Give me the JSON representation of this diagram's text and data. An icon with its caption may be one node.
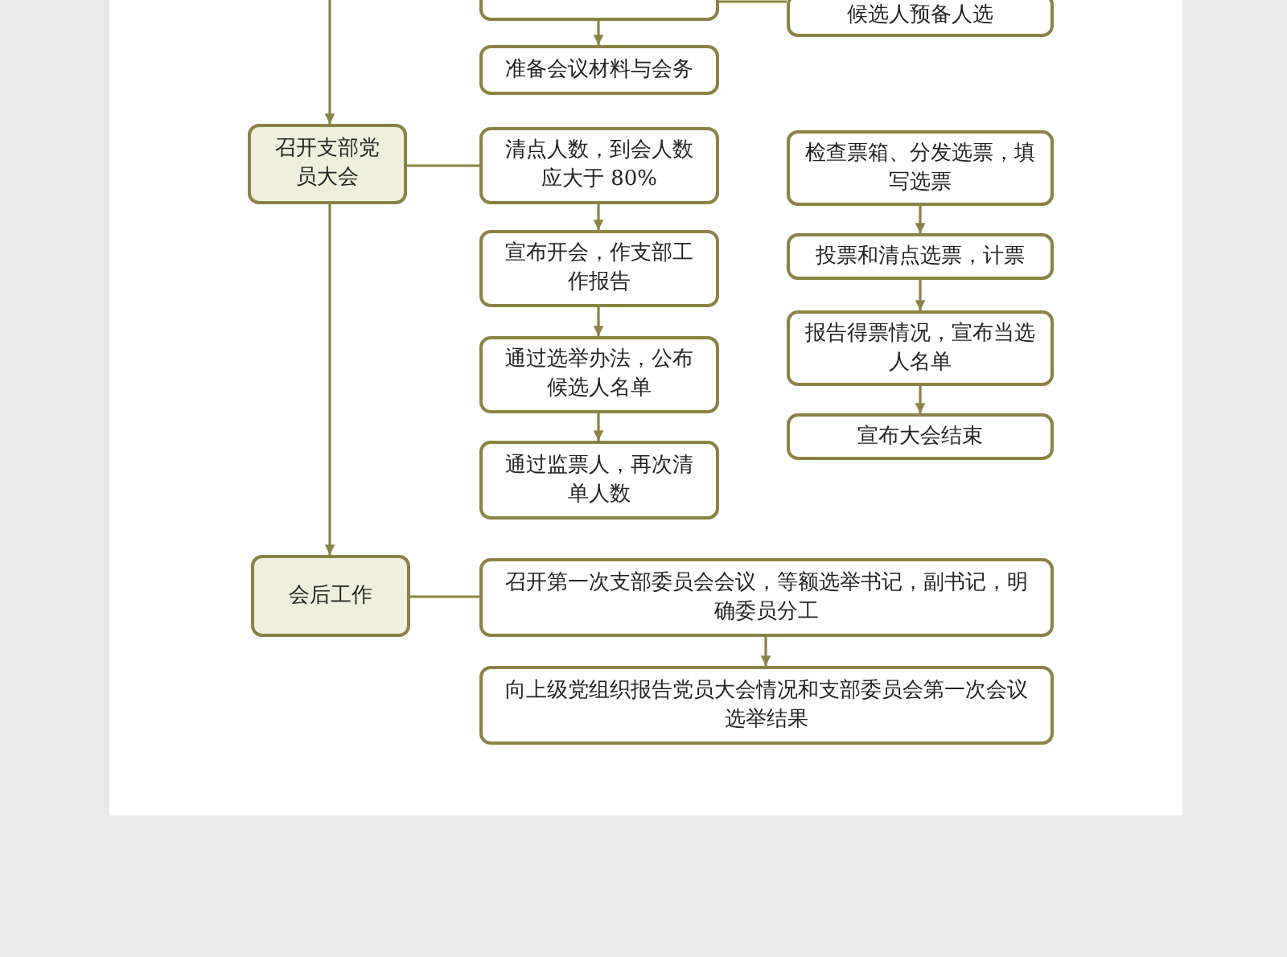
{
  "diagram": {
    "nodes": [
      {
        "text": [],
        "shape": "box"
      },
      {
        "text": [
          "候选人预备人选"
        ]
      },
      {
        "text": [
          "准备会议材料与会务"
        ]
      },
      {
        "text": [
          "召开支部党员大会"
        ]
      },
      {
        "text": [
          "清点人数，到会人数应大于 80%"
        ]
      },
      {
        "text": [
          "检查票箱、分发选票，填写选票"
        ]
      },
      {
        "text": [
          "宣布开会，作支部工作报告"
        ]
      },
      {
        "text": [
          "投票和清点选票，计票"
        ]
      },
      {
        "text": [
          "通过选举办法，公布候选人名单"
        ]
      },
      {
        "text": [
          "报告得票情况，宣布当选人名单"
        ]
      },
      {
        "text": [
          "通过监票人，再次清单人数"
        ]
      },
      {
        "text": [
          "宣布大会结束"
        ]
      },
      {
        "text": [
          "会后工作"
        ]
      },
      {
        "text": [
          "召开第一次支部委员会会议，等额选举书记，副书记，明确委员分工"
        ]
      },
      {
        "text": [
          "向上级党组织报告党员大会情况和支部委员会第一次会议选举结果"
        ]
      }
    ],
    "edges": [
      {
        "from": null,
        "to": 3,
        "arrow": "to"
      },
      {
        "from": 0,
        "to": 2,
        "arrow": "to"
      },
      {
        "from": 0,
        "to": 1,
        "arrow": "none"
      },
      {
        "from": 3,
        "to": 4,
        "arrow": "none"
      },
      {
        "from": 4,
        "to": 6,
        "arrow": "to"
      },
      {
        "from": 6,
        "to": 8,
        "arrow": "to"
      },
      {
        "from": 8,
        "to": 10,
        "arrow": "to"
      },
      {
        "from": 5,
        "to": 7,
        "arrow": "to"
      },
      {
        "from": 7,
        "to": 9,
        "arrow": "to"
      },
      {
        "from": 9,
        "to": 11,
        "arrow": "to"
      },
      {
        "from": 3,
        "to": 12,
        "arrow": "to"
      },
      {
        "from": 12,
        "to": 13,
        "arrow": "none"
      },
      {
        "from": 13,
        "to": 14,
        "arrow": "to"
      }
    ]
  }
}
